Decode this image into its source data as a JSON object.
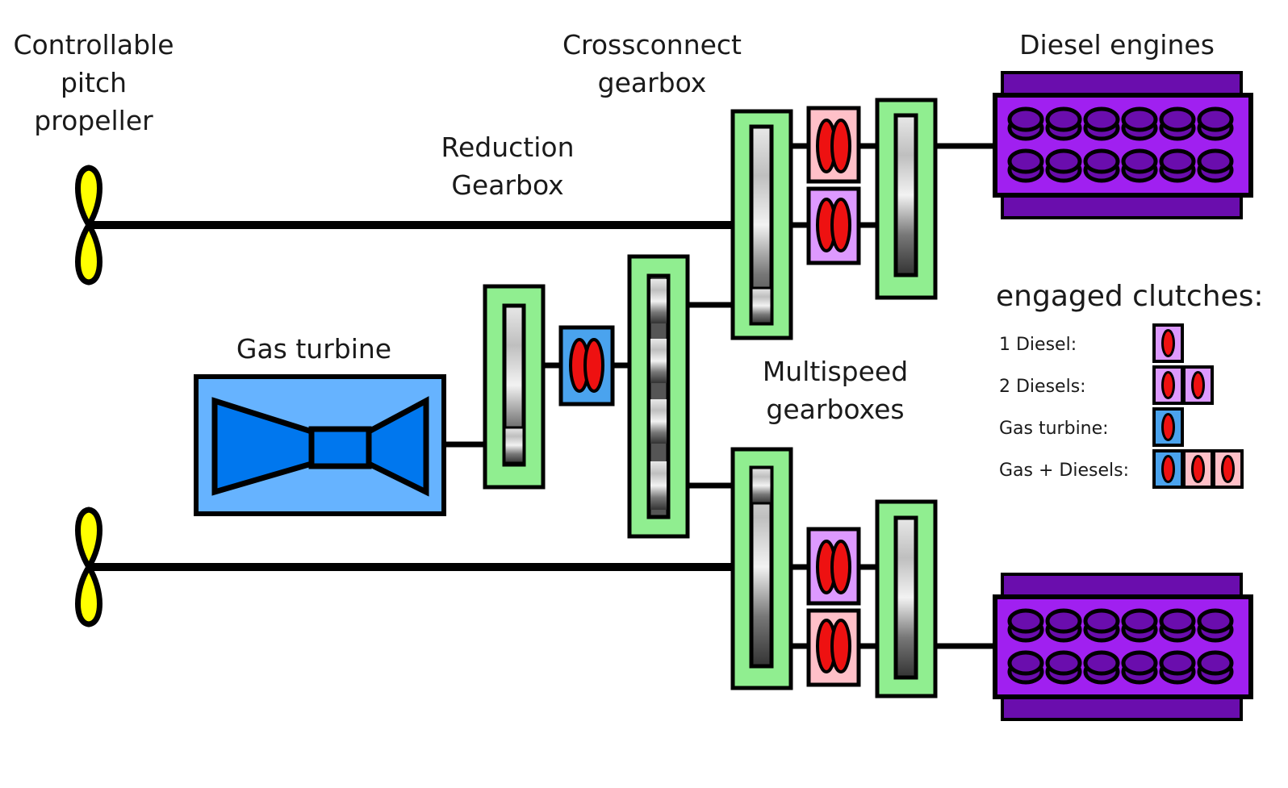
{
  "labels": {
    "propeller": [
      "Controllable",
      "pitch",
      "propeller"
    ],
    "crossconnect": [
      "Crossconnect",
      "gearbox"
    ],
    "diesel": "Diesel engines",
    "reduction": [
      "Reduction",
      "Gearbox"
    ],
    "gas_turbine": "Gas turbine",
    "multispeed": [
      "Multispeed",
      "gearboxes"
    ]
  },
  "legend": {
    "title": "engaged clutches:",
    "rows": [
      {
        "label": "1 Diesel:",
        "clutches": [
          "diesel"
        ]
      },
      {
        "label": "2 Diesels:",
        "clutches": [
          "diesel",
          "diesel"
        ]
      },
      {
        "label": "Gas turbine:",
        "clutches": [
          "turbine"
        ]
      },
      {
        "label": "Gas + Diesels:",
        "clutches": [
          "turbine",
          "cross",
          "cross"
        ]
      }
    ]
  },
  "colors": {
    "gearbox": "#90ee90",
    "diesel_engine": "#a020f0",
    "diesel_dark": "#6a0dad",
    "gas_turbine_box": "#66b3ff",
    "gas_turbine_body": "#0077ee",
    "clutch_red": "#ee1111",
    "clutch_pink": "#ffc0c8",
    "clutch_violet": "#dd99ff",
    "clutch_blue": "#4aa3ee",
    "propeller": "#ffff00",
    "shaft": "#000000"
  }
}
